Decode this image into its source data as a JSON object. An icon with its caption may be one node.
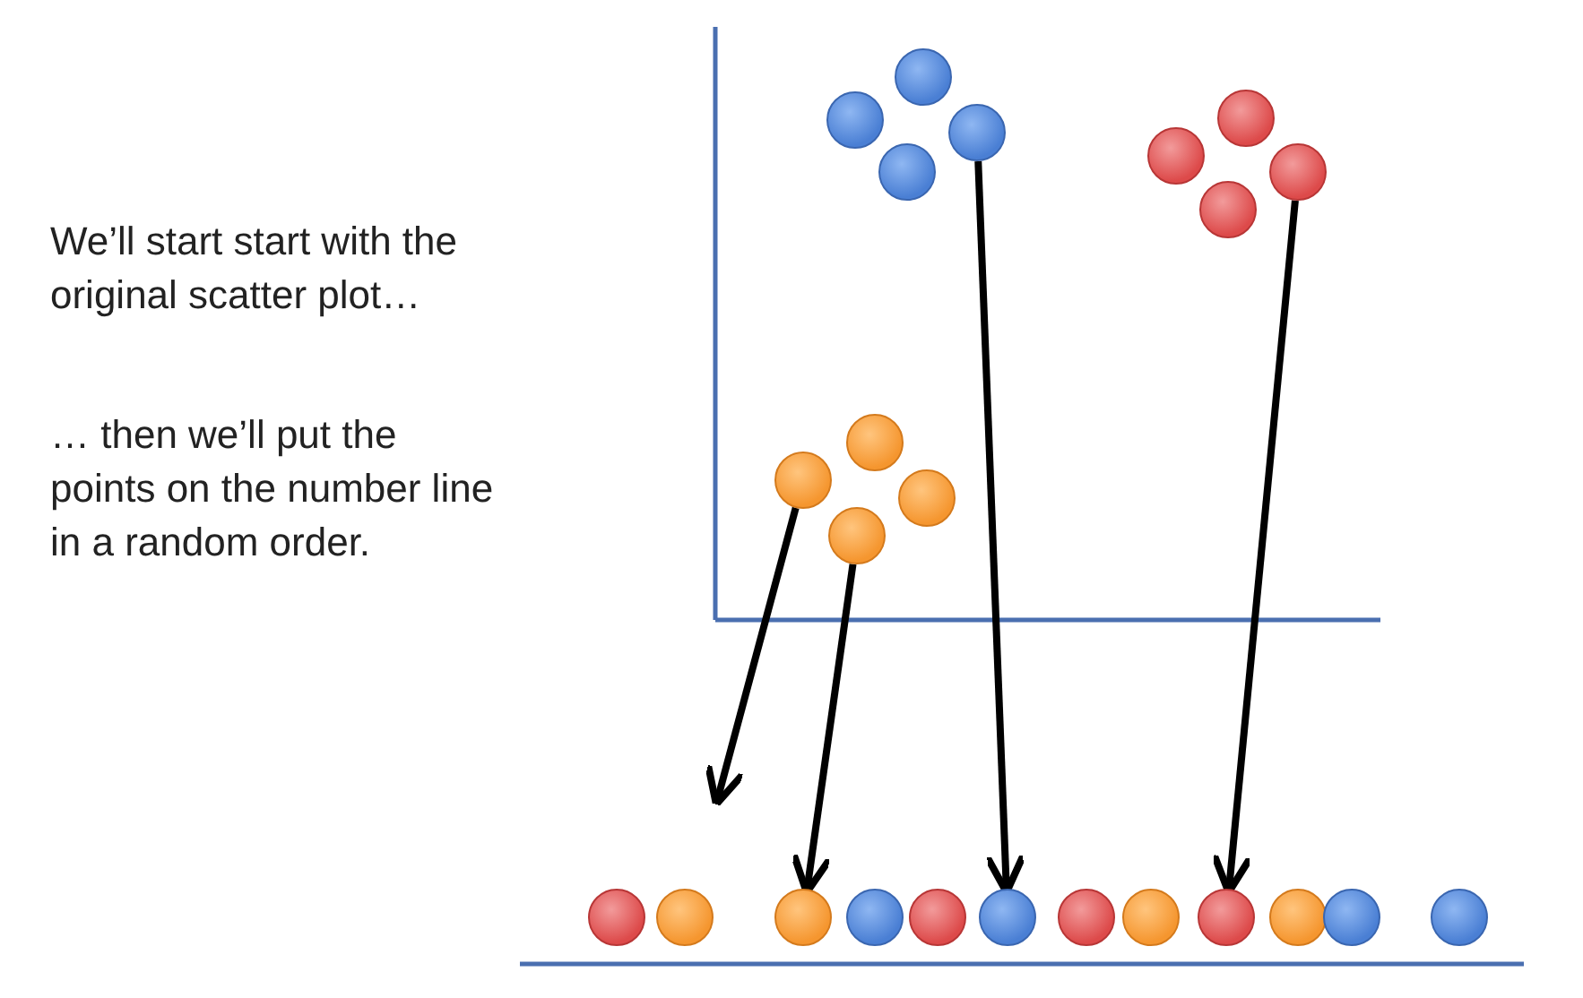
{
  "diagram": {
    "nodes": [
      {
        "text": [],
        "shape": "circle"
      },
      {
        "text": [],
        "shape": "circle"
      },
      {
        "text": [],
        "shape": "circle"
      },
      {
        "text": [],
        "shape": "circle"
      },
      {
        "text": [],
        "shape": "circle"
      },
      {
        "text": [],
        "shape": "circle"
      },
      {
        "text": [],
        "shape": "circle"
      },
      {
        "text": [],
        "shape": "circle"
      },
      {
        "text": [],
        "shape": "circle"
      },
      {
        "text": [],
        "shape": "circle"
      },
      {
        "text": [],
        "shape": "circle"
      },
      {
        "text": [],
        "shape": "circle"
      },
      {
        "text": [],
        "shape": "circle"
      },
      {
        "text": [],
        "shape": "circle"
      },
      {
        "text": [],
        "shape": "circle"
      },
      {
        "text": [],
        "shape": "circle"
      },
      {
        "text": [],
        "shape": "circle"
      },
      {
        "text": [],
        "shape": "circle"
      },
      {
        "text": [],
        "shape": "circle"
      },
      {
        "text": [],
        "shape": "circle"
      },
      {
        "text": [],
        "shape": "circle"
      },
      {
        "text": [],
        "shape": "circle"
      },
      {
        "text": [],
        "shape": "circle"
      },
      {
        "text": [],
        "shape": "circle"
      }
    ],
    "edges": [
      {
        "from": 9,
        "to": null,
        "arrow": "to"
      },
      {
        "from": 11,
        "to": 14,
        "arrow": "to"
      },
      {
        "from": 2,
        "to": 17,
        "arrow": "to"
      },
      {
        "from": 6,
        "to": 20,
        "arrow": "to"
      }
    ],
    "labels": [
      "We’ll start start with the original scatter plot…",
      "… then we’ll put the points on the number line in a random order."
    ]
  }
}
